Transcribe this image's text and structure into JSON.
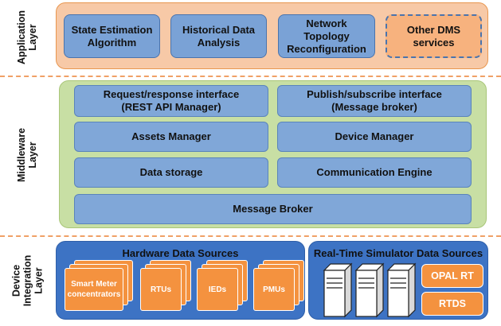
{
  "layers": {
    "application": {
      "label": "Application Layer"
    },
    "middleware": {
      "label": "Middleware Layer"
    },
    "device": {
      "label": "Device Integration Layer"
    }
  },
  "application": {
    "boxes": [
      {
        "text": "State Estimation Algorithm"
      },
      {
        "text": "Historical Data Analysis"
      },
      {
        "text": "Network Topology Reconfiguration"
      },
      {
        "text": "Other DMS services"
      }
    ]
  },
  "middleware": {
    "request_response": "Request/response interface (REST API Manager)",
    "publish_subscribe": "Publish/subscribe interface (Message broker)",
    "assets_manager": "Assets Manager",
    "device_manager": "Device Manager",
    "data_storage": "Data storage",
    "communication_engine": "Communication Engine",
    "message_broker": "Message Broker"
  },
  "device": {
    "hardware": {
      "title": "Hardware Data Sources",
      "items": [
        "Smart Meter concentrators",
        "RTUs",
        "IEDs",
        "PMUs"
      ]
    },
    "simulator": {
      "title": "Real-Time Simulator Data Sources",
      "items": [
        "OPAL RT",
        "RTDS"
      ]
    }
  },
  "colors": {
    "application_panel": "#f7c9a7",
    "middleware_panel": "#c8dfa4",
    "device_panel": "#3d73c4",
    "box_blue": "#7aa2d6",
    "accent_orange": "#f4923f"
  }
}
